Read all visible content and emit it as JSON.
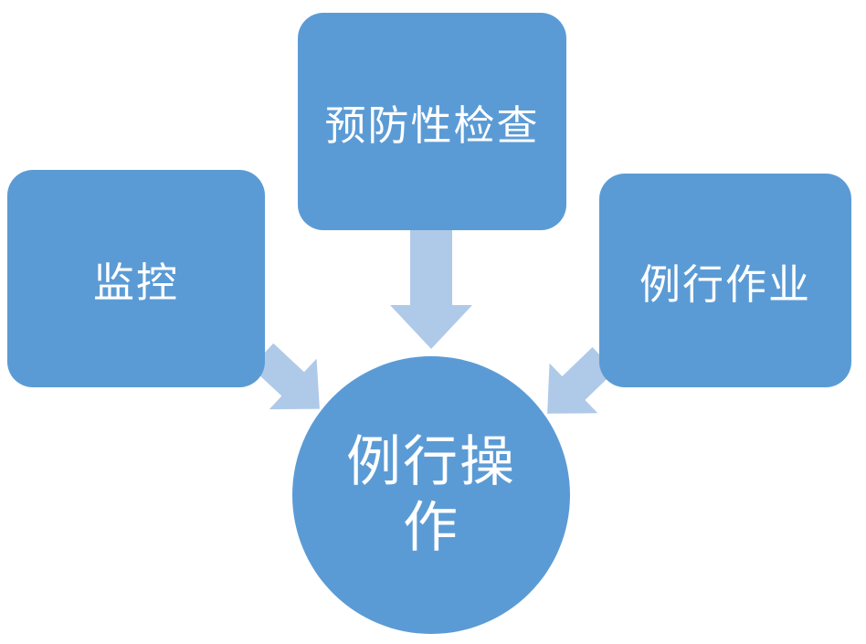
{
  "diagram": {
    "boxes": [
      {
        "id": "monitoring",
        "label": "监控"
      },
      {
        "id": "preventive-inspection",
        "label": "预防性检查"
      },
      {
        "id": "routine-work",
        "label": "例行作业"
      }
    ],
    "center": {
      "id": "routine-operation",
      "label": "例行操作"
    },
    "arrows": [
      {
        "from": "monitoring",
        "to": "routine-operation",
        "direction": "down-right"
      },
      {
        "from": "preventive-inspection",
        "to": "routine-operation",
        "direction": "down"
      },
      {
        "from": "routine-work",
        "to": "routine-operation",
        "direction": "down-left"
      }
    ],
    "colors": {
      "shape_fill": "#5B9BD5",
      "arrow_fill": "#AFC9E9",
      "text": "#FFFFFF",
      "background": "#FFFFFF"
    }
  }
}
